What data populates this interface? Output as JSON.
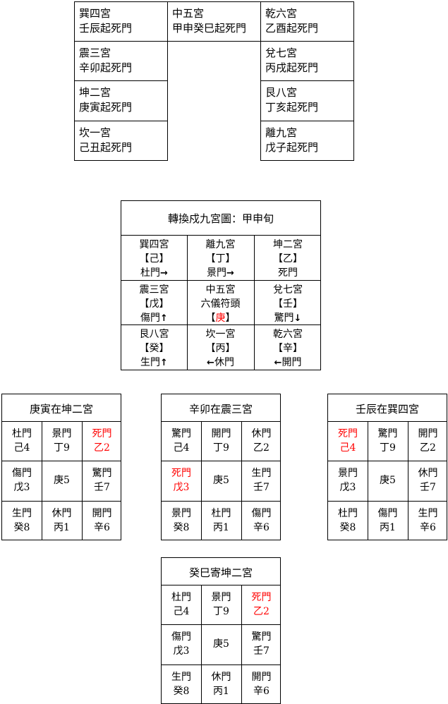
{
  "top_grid": {
    "cells": [
      {
        "id": "xun4",
        "line1": "巽四宮",
        "line2": "壬辰起死門"
      },
      {
        "id": "zhong5",
        "line1": "中五宮",
        "line2": "甲申癸巳起死門"
      },
      {
        "id": "qian6",
        "line1": "乾六宮",
        "line2": "乙酉起死門"
      },
      {
        "id": "zhen3",
        "line1": "震三宮",
        "line2": "辛卯起死門"
      },
      {
        "id": "dui7",
        "line1": "兌七宮",
        "line2": "丙戌起死門"
      },
      {
        "id": "kun2",
        "line1": "坤二宮",
        "line2": "庚寅起死門"
      },
      {
        "id": "gen8",
        "line1": "艮八宮",
        "line2": "丁亥起死門"
      },
      {
        "id": "kan1",
        "line1": "坎一宮",
        "line2": "己丑起死門"
      },
      {
        "id": "li9",
        "line1": "離九宮",
        "line2": "戊子起死門"
      }
    ]
  },
  "main_chart": {
    "title": "轉換戍九宮圖：甲申旬",
    "rows": [
      [
        {
          "l1": "巽四宮",
          "l2": "【己】",
          "l3": "杜門",
          "arrow": "→",
          "arrow_side": "right"
        },
        {
          "l1": "離九宮",
          "l2": "【丁】",
          "l3": "景門",
          "arrow": "→",
          "arrow_side": "right"
        },
        {
          "l1": "坤二宮",
          "l2": "【乙】",
          "l3": "死門",
          "arrow": "",
          "arrow_side": ""
        }
      ],
      [
        {
          "l1": "震三宮",
          "l2": "【戊】",
          "l3": "傷門",
          "arrow": "↑",
          "arrow_side": "right"
        },
        {
          "l1": "中五宮",
          "l2": "六儀符頭",
          "l3": "庚",
          "bracket": true
        },
        {
          "l1": "兌七宮",
          "l2": "【壬】",
          "l3": "驚門",
          "arrow": "↓",
          "arrow_side": "right"
        }
      ],
      [
        {
          "l1": "艮八宮",
          "l2": "【癸】",
          "l3": "生門",
          "arrow": "↑",
          "arrow_side": "right"
        },
        {
          "l1": "坎一宮",
          "l2": "【丙】",
          "l3": "休門",
          "arrow": "←",
          "arrow_side": "left"
        },
        {
          "l1": "乾六宮",
          "l2": "【辛】",
          "l3": "開門",
          "arrow": "←",
          "arrow_side": "left"
        }
      ]
    ],
    "bracket_open": "【",
    "bracket_close": "】"
  },
  "small_grids": [
    {
      "title": "庚寅在坤二宮",
      "cells": [
        {
          "a": "杜門",
          "b": "己4",
          "red": false
        },
        {
          "a": "景門",
          "b": "丁9",
          "red": false
        },
        {
          "a": "死門",
          "b": "乙2",
          "red": true
        },
        {
          "a": "傷門",
          "b": "戊3",
          "red": false
        },
        {
          "a": "庚5",
          "b": "",
          "red": false
        },
        {
          "a": "驚門",
          "b": "壬7",
          "red": false
        },
        {
          "a": "生門",
          "b": "癸8",
          "red": false
        },
        {
          "a": "休門",
          "b": "丙1",
          "red": false
        },
        {
          "a": "開門",
          "b": "辛6",
          "red": false
        }
      ]
    },
    {
      "title": "辛卯在震三宮",
      "cells": [
        {
          "a": "驚門",
          "b": "己4",
          "red": false
        },
        {
          "a": "開門",
          "b": "丁9",
          "red": false
        },
        {
          "a": "休門",
          "b": "乙2",
          "red": false
        },
        {
          "a": "死門",
          "b": "戊3",
          "red": true
        },
        {
          "a": "庚5",
          "b": "",
          "red": false
        },
        {
          "a": "生門",
          "b": "壬7",
          "red": false
        },
        {
          "a": "景門",
          "b": "癸8",
          "red": false
        },
        {
          "a": "杜門",
          "b": "丙1",
          "red": false
        },
        {
          "a": "傷門",
          "b": "辛6",
          "red": false
        }
      ]
    },
    {
      "title": "壬辰在巽四宮",
      "cells": [
        {
          "a": "死門",
          "b": "己4",
          "red": true
        },
        {
          "a": "驚門",
          "b": "丁9",
          "red": false
        },
        {
          "a": "開門",
          "b": "乙2",
          "red": false
        },
        {
          "a": "景門",
          "b": "戊3",
          "red": false
        },
        {
          "a": "庚5",
          "b": "",
          "red": false
        },
        {
          "a": "休門",
          "b": "壬7",
          "red": false
        },
        {
          "a": "杜門",
          "b": "癸8",
          "red": false
        },
        {
          "a": "傷門",
          "b": "丙1",
          "red": false
        },
        {
          "a": "生門",
          "b": "辛6",
          "red": false
        }
      ]
    },
    {
      "title": "癸巳寄坤二宮",
      "cells": [
        {
          "a": "杜門",
          "b": "己4",
          "red": false
        },
        {
          "a": "景門",
          "b": "丁9",
          "red": false
        },
        {
          "a": "死門",
          "b": "乙2",
          "red": true
        },
        {
          "a": "傷門",
          "b": "戊3",
          "red": false
        },
        {
          "a": "庚5",
          "b": "",
          "red": false
        },
        {
          "a": "驚門",
          "b": "壬7",
          "red": false
        },
        {
          "a": "生門",
          "b": "癸8",
          "red": false
        },
        {
          "a": "休門",
          "b": "丙1",
          "red": false
        },
        {
          "a": "開門",
          "b": "辛6",
          "red": false
        }
      ]
    }
  ]
}
